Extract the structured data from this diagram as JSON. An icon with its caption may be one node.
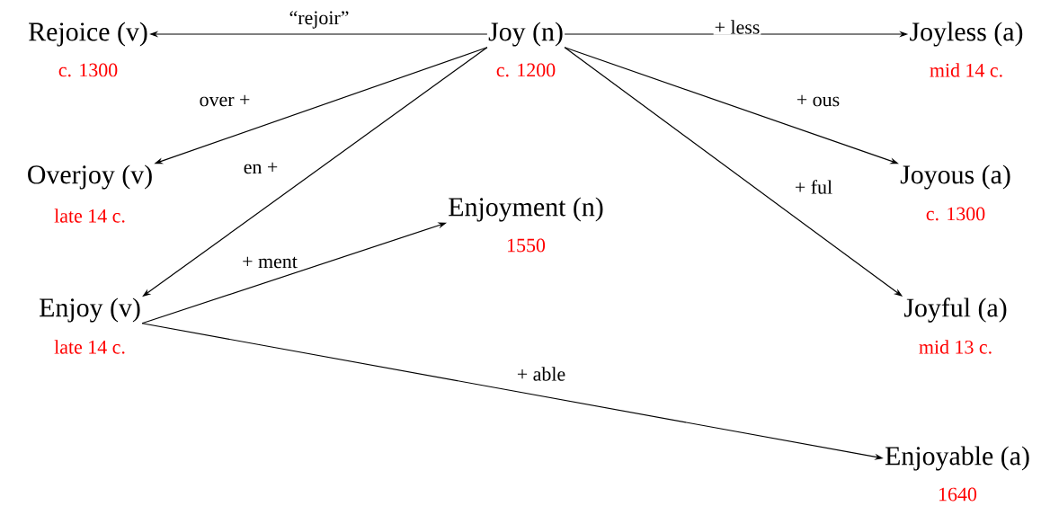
{
  "diagram": {
    "nodes": [
      {
        "text": [
          "Joy (n)"
        ],
        "beside": [
          "c. 1200"
        ]
      },
      {
        "text": [
          "Rejoice (v)"
        ],
        "beside": [
          "c. 1300"
        ]
      },
      {
        "text": [
          "Joyless (a)"
        ],
        "beside": [
          "mid 14 c."
        ]
      },
      {
        "text": [
          "Overjoy (v)"
        ],
        "beside": [
          "late 14 c."
        ]
      },
      {
        "text": [
          "Joyous (a)"
        ],
        "beside": [
          "c. 1300"
        ]
      },
      {
        "text": [
          "Enjoyment (n)"
        ],
        "beside": [
          "1550"
        ]
      },
      {
        "text": [
          "Enjoy (v)"
        ],
        "beside": [
          "late 14 c."
        ]
      },
      {
        "text": [
          "Joyful (a)"
        ],
        "beside": [
          "mid 13 c."
        ]
      },
      {
        "text": [
          "Enjoyable (a)"
        ],
        "beside": [
          "1640"
        ]
      }
    ],
    "edges": [
      {
        "from": 0,
        "to": 1,
        "arrow": "to",
        "label": "“rejoir”"
      },
      {
        "from": 0,
        "to": 2,
        "arrow": "to",
        "label": "+ less"
      },
      {
        "from": 0,
        "to": 3,
        "arrow": "to",
        "label": "over +"
      },
      {
        "from": 0,
        "to": 6,
        "arrow": "to",
        "label": "en +"
      },
      {
        "from": 0,
        "to": 4,
        "arrow": "to",
        "label": "+ ous"
      },
      {
        "from": 0,
        "to": 7,
        "arrow": "to",
        "label": "+ ful"
      },
      {
        "from": 6,
        "to": 5,
        "arrow": "to",
        "label": "+ ment"
      },
      {
        "from": 6,
        "to": 8,
        "arrow": "to",
        "label": "+ able"
      }
    ]
  }
}
